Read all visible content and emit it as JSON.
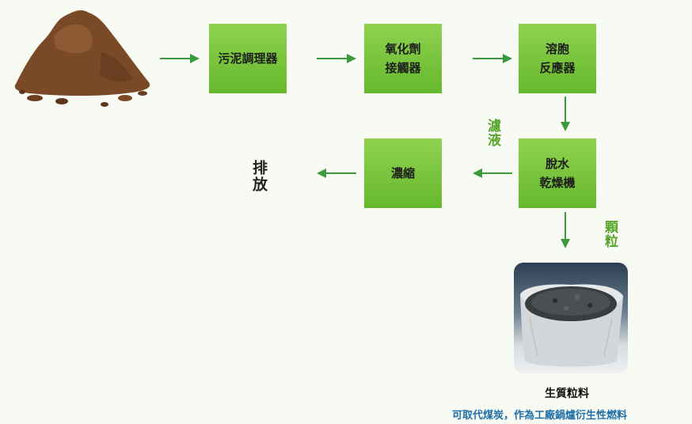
{
  "nodes": {
    "sludge_conditioner": "污泥調理器",
    "oxidant_contactor": "氧化劑\n接觸器",
    "lysis_reactor": "溶胞\n反應器",
    "dewatering_dryer": "脫水\n乾燥機",
    "concentration": "濃縮"
  },
  "labels": {
    "filtrate": "濾液",
    "granules": "顆粒",
    "discharge": "排放"
  },
  "product": {
    "name": "生質粒料",
    "note": "可取代煤炭，作為工廠鍋爐衍生性燃料"
  },
  "colors": {
    "box_green": "#7cc63f",
    "arrow_green": "#3c9a3c",
    "label_green": "#5aa52d",
    "note_blue": "#1f6fa8"
  }
}
